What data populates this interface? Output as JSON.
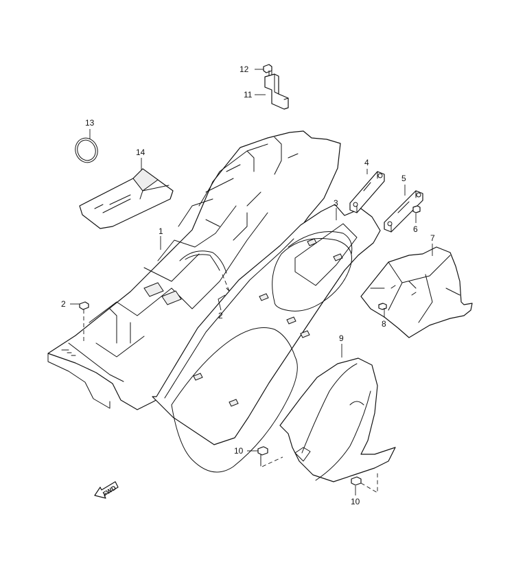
{
  "callouts": {
    "c1": "1",
    "c2a": "2",
    "c2b": "2",
    "c3": "3",
    "c4": "4",
    "c5": "5",
    "c6": "6",
    "c7": "7",
    "c8": "8",
    "c9": "9",
    "c10a": "10",
    "c10b": "10",
    "c11": "11",
    "c12": "12",
    "c13": "13",
    "c14": "14"
  },
  "fwd_label": "FWD"
}
